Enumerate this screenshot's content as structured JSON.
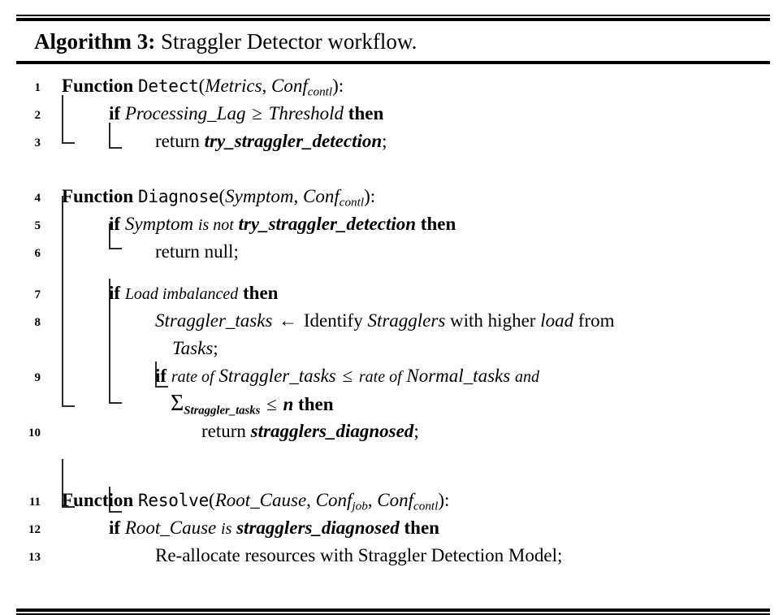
{
  "algorithm": {
    "caption_label": "Algorithm 3:",
    "caption_text": " Straggler Detector workflow.",
    "lines": [
      {
        "no": "1",
        "text": "Function Detect(Metrics, Conf_contl):"
      },
      {
        "no": "2",
        "text": "if Processing_Lag ≥ Threshold then"
      },
      {
        "no": "3",
        "text": "return try_straggler_detection;"
      },
      {
        "no": "4",
        "text": "Function Diagnose(Symptom, Conf_contl):"
      },
      {
        "no": "5",
        "text": "if Symptom is not try_straggler_detection then"
      },
      {
        "no": "6",
        "text": "return null;"
      },
      {
        "no": "7",
        "text": "if Load imbalanced then"
      },
      {
        "no": "8",
        "text": "Straggler_tasks ← Identify Stragglers with higher load from Tasks;"
      },
      {
        "no": "9",
        "text": "if rate of Straggler_tasks ≤ rate of Normal_tasks and Σ_Straggler_tasks ≤ n then"
      },
      {
        "no": "10",
        "text": "return stragglers_diagnosed;"
      },
      {
        "no": "11",
        "text": "Function Resolve(Root_Cause, Conf_job, Conf_contl):"
      },
      {
        "no": "12",
        "text": "if Root_Cause is stragglers_diagnosed then"
      },
      {
        "no": "13",
        "text": "Re-allocate resources with Straggler Detection Model;"
      }
    ],
    "tokens": {
      "function": "Function",
      "if": "if",
      "then": "then",
      "return": "return",
      "is_not": "is not",
      "is": "is",
      "and": "and",
      "null": "null;",
      "arrow": "←",
      "ge": "≥",
      "le": "≤",
      "sigma": "Σ",
      "colon": ":",
      "semicolon": ";",
      "comma": ",",
      "lparen": "(",
      "rparen": ")",
      "fn_detect": "Detect",
      "fn_diagnose": "Diagnose",
      "fn_resolve": "Resolve",
      "arg_metrics": "Metrics",
      "arg_symptom": "Symptom",
      "arg_root_cause": "Root_Cause",
      "conf": "Conf",
      "sub_contl": "contl",
      "sub_job": "job",
      "sub_straggler_tasks": "Straggler_tasks",
      "var_processing_lag": "Processing_Lag",
      "var_threshold": "Threshold",
      "val_try_straggler_detection": "try_straggler_detection",
      "var_load_imbalanced": "Load imbalanced",
      "var_straggler_tasks": "Straggler_tasks",
      "var_stragglers": "Stragglers",
      "var_load": "load",
      "var_tasks": "Tasks",
      "var_normal_tasks": "Normal_tasks",
      "var_n": "n",
      "val_stragglers_diagnosed": "stragglers_diagnosed",
      "txt_identify": "Identify",
      "txt_with_higher": "with higher",
      "txt_from": "from",
      "txt_rate_of": "rate of",
      "txt_reallocate": "Re-allocate resources with Straggler Detection Model;"
    }
  },
  "colors": {
    "rule": "#000000",
    "bracket": "#2b2b2b",
    "text": "#000000",
    "background": "#ffffff"
  }
}
